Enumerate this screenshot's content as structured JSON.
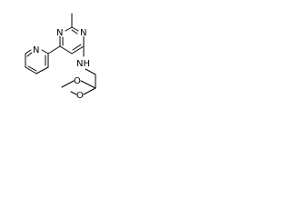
{
  "molecule": {
    "atoms": {
      "pyrimidine_n1": "N",
      "pyrimidine_n3": "N",
      "pyridine_n": "N",
      "amine_nh": "NH",
      "methoxy_o1": "O",
      "methoxy_o2": "O"
    },
    "line_color": "#000000",
    "background": "#ffffff"
  }
}
